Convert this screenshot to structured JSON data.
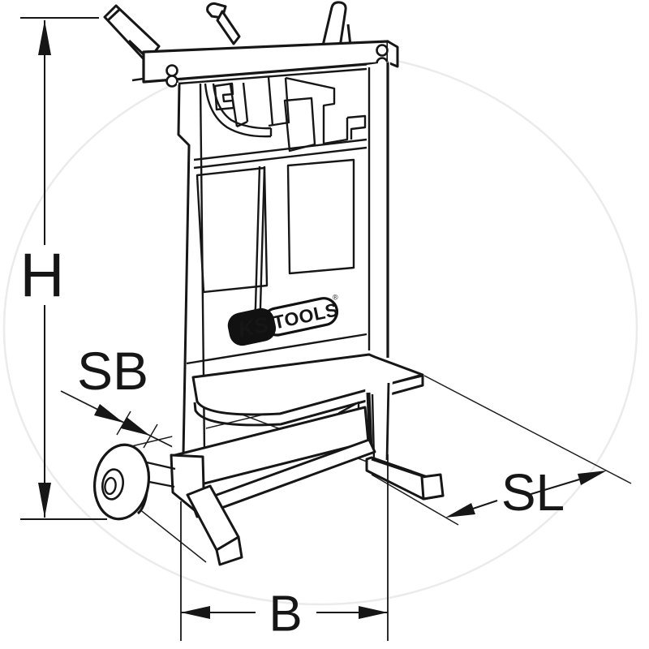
{
  "diagram": {
    "type": "technical-dimension-drawing",
    "subject": "KS Tools engine/gearbox stand trolley",
    "labels": {
      "height": "H",
      "track_width": "SB",
      "stand_length": "SL",
      "width": "B"
    },
    "logo": {
      "ks": "KS",
      "tools": "TOOLS",
      "registered": "®"
    },
    "colors": {
      "line": "#161616",
      "background": "#ffffff",
      "watermark": "#ebebeb"
    }
  }
}
